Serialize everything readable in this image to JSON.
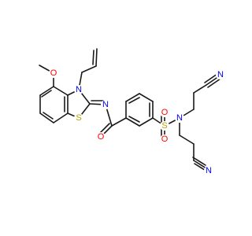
{
  "molecule": {
    "atoms": {
      "methyl_C": {
        "label": "",
        "color": "#1a1a1a"
      },
      "methoxy_O": {
        "label": "O",
        "color": "#ff0000"
      },
      "ring_N3": {
        "label": "N",
        "color": "#0000ff"
      },
      "ring_S1": {
        "label": "S",
        "color": "#b8a000"
      },
      "imine_N": {
        "label": "N",
        "color": "#0000ff"
      },
      "carbonyl_O": {
        "label": "O",
        "color": "#ff0000"
      },
      "sulfonyl_S": {
        "label": "S",
        "color": "#b8a000"
      },
      "sulfonyl_O_top": {
        "label": "O",
        "color": "#ff0000"
      },
      "sulfonyl_O_bottom": {
        "label": "O",
        "color": "#ff0000"
      },
      "sulfonamide_N": {
        "label": "N",
        "color": "#0000ff"
      },
      "nitrile_N_top": {
        "label": "N",
        "color": "#0000ff"
      },
      "nitrile_N_bottom": {
        "label": "N",
        "color": "#0000ff"
      }
    },
    "bond_color": "#1a1a1a"
  }
}
